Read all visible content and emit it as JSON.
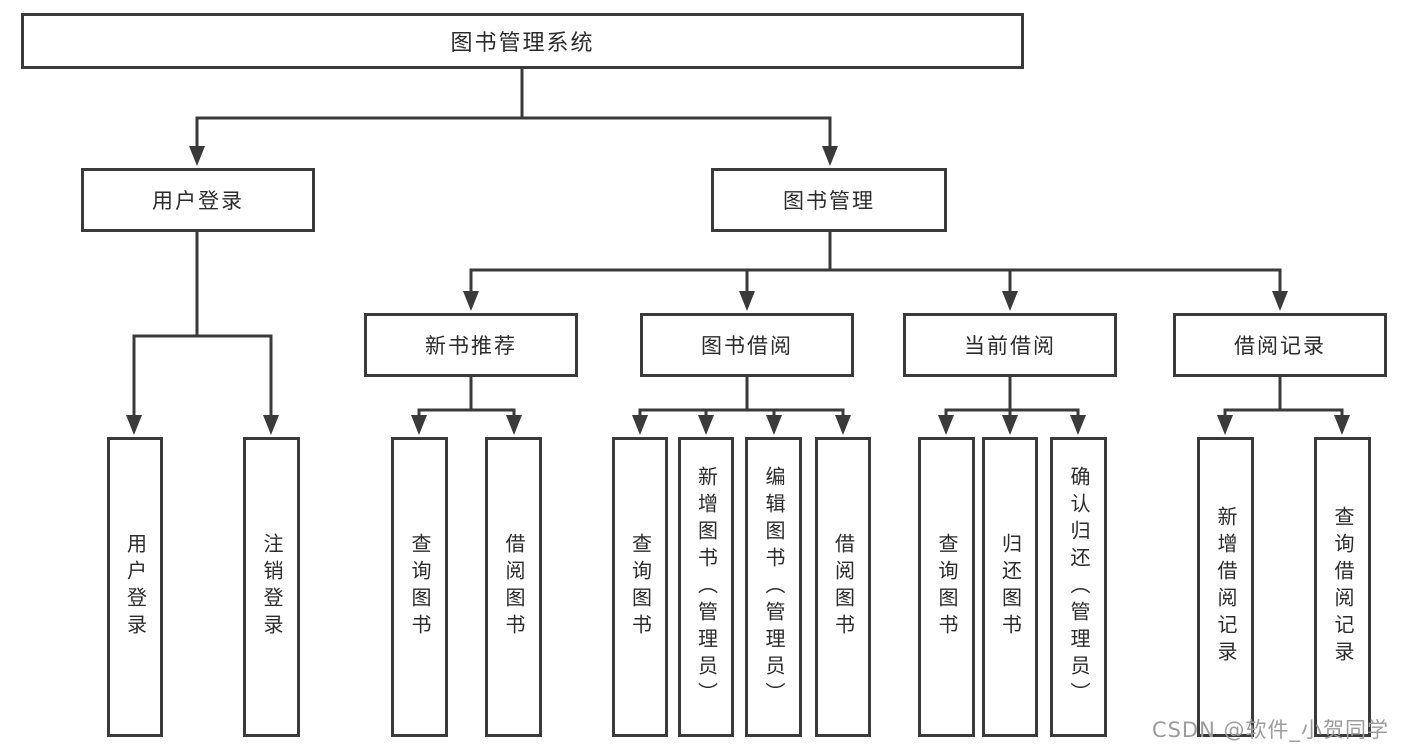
{
  "tree": {
    "label": "图书管理系统",
    "children": [
      {
        "label": "用户登录",
        "children": [
          {
            "label": "用户登录"
          },
          {
            "label": "注销登录"
          }
        ]
      },
      {
        "label": "图书管理",
        "children": [
          {
            "label": "新书推荐",
            "children": [
              {
                "label": "查询图书"
              },
              {
                "label": "借阅图书"
              }
            ]
          },
          {
            "label": "图书借阅",
            "children": [
              {
                "label": "查询图书"
              },
              {
                "label": "新增图书（管理员）"
              },
              {
                "label": "编辑图书（管理员）"
              },
              {
                "label": "借阅图书"
              }
            ]
          },
          {
            "label": "当前借阅",
            "children": [
              {
                "label": "查询图书"
              },
              {
                "label": "归还图书"
              },
              {
                "label": "确认归还（管理员）"
              }
            ]
          },
          {
            "label": "借阅记录",
            "children": [
              {
                "label": "新增借阅记录"
              },
              {
                "label": "查询借阅记录"
              }
            ]
          }
        ]
      }
    ]
  },
  "watermark": {
    "text": "CSDN @软件_小贺同学"
  },
  "colors": {
    "line": "#3a3a3a",
    "box_border": "#3a3a3a",
    "text": "#2b2b2b",
    "watermark": "#9c9c9c",
    "background": "#ffffff"
  }
}
